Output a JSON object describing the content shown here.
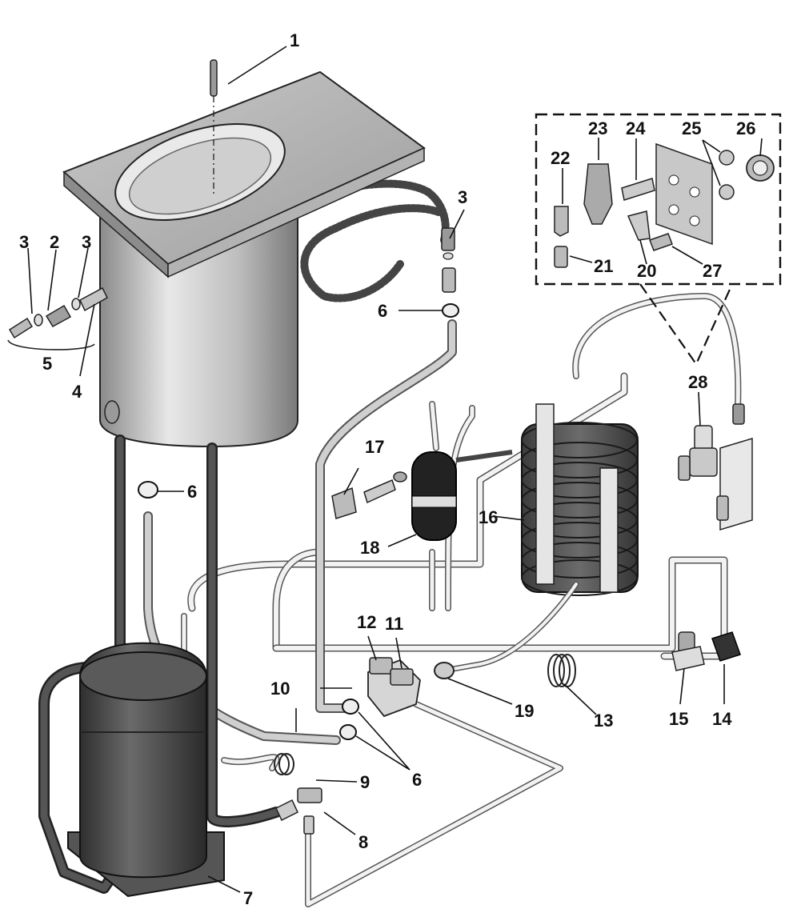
{
  "callouts": {
    "c1": "1",
    "c2": "2",
    "c3a": "3",
    "c3b": "3",
    "c3c": "3",
    "c4": "4",
    "c5": "5",
    "c6a": "6",
    "c6b": "6",
    "c6c": "6",
    "c7": "7",
    "c8": "8",
    "c9": "9",
    "c10": "10",
    "c11": "11",
    "c12": "12",
    "c13": "13",
    "c14": "14",
    "c15": "15",
    "c16": "16",
    "c17": "17",
    "c18": "18",
    "c19": "19",
    "c20": "20",
    "c21": "21",
    "c22": "22",
    "c23": "23",
    "c24": "24",
    "c25": "25",
    "c26": "26",
    "c27": "27",
    "c28": "28"
  },
  "colors": {
    "steel_light": "#d4d4d4",
    "steel_mid": "#a9a9a9",
    "steel_dark": "#6e6e6e",
    "compressor": "#4a4a4a",
    "tube_dark": "#3a3a3a",
    "tube_light": "#e6e6e6",
    "ink": "#111111"
  }
}
